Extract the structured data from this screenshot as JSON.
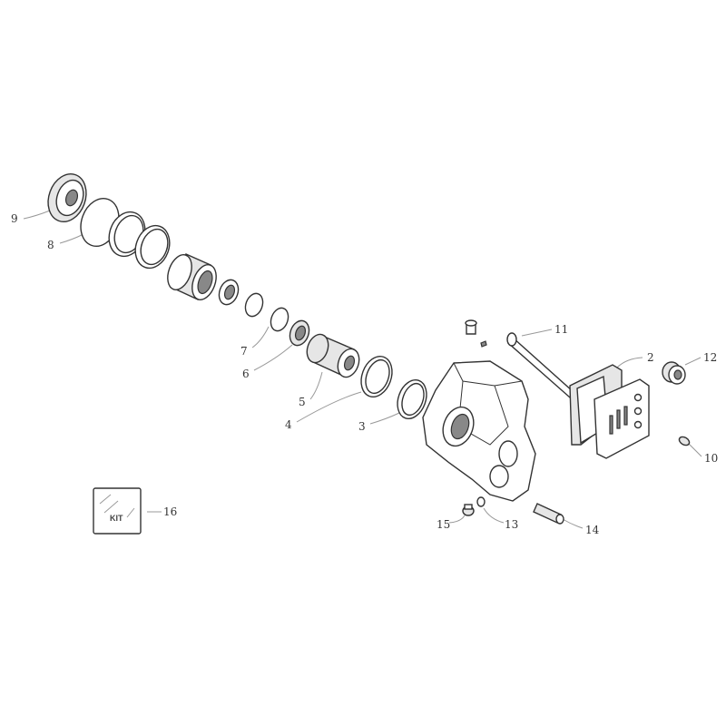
{
  "diagram": {
    "callouts": {
      "c2": "2",
      "c3": "3",
      "c4": "4",
      "c5": "5",
      "c6": "6",
      "c7": "7",
      "c8": "8",
      "c9": "9",
      "c10": "10",
      "c11": "11",
      "c12": "12",
      "c13": "13",
      "c14": "14",
      "c15": "15",
      "c16": "16"
    },
    "kit_label": "KIT"
  }
}
